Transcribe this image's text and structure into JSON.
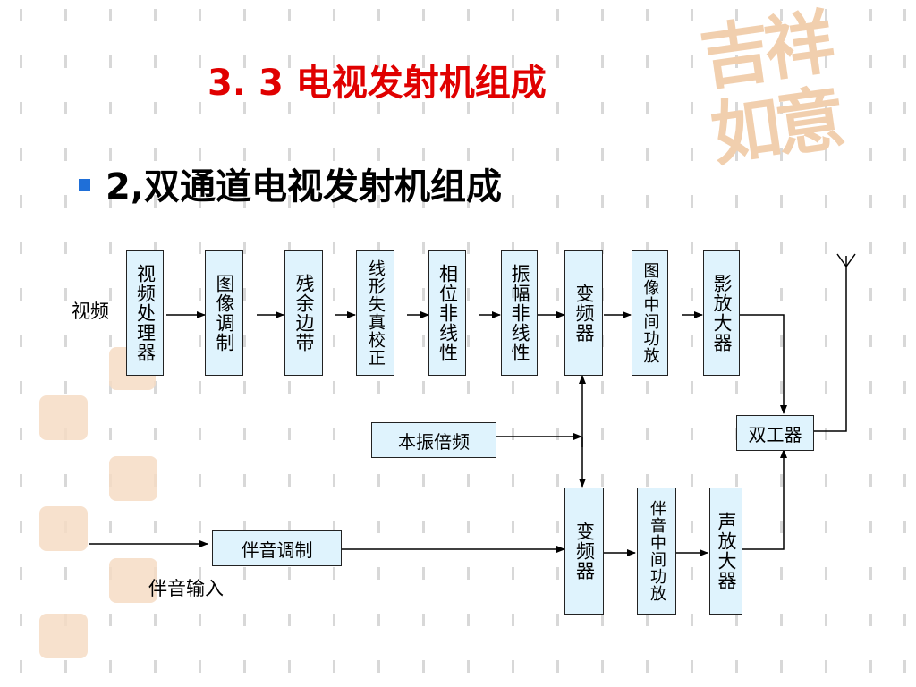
{
  "slide": {
    "title": "3. 3 电视发射机组成",
    "subtitle": "2,双通道电视发射机组成"
  },
  "diagram": {
    "top_chain": [
      "视频处理器",
      "图像调制",
      "残余边带",
      "线形失真校正",
      "相位非线性",
      "振幅非线性",
      "变频器",
      "图像中间功放",
      "影放大器"
    ],
    "oscillator": "本振倍频",
    "duplexer": "双工器",
    "sound_modulator": "伴音调制",
    "sound_mixer": "变频器",
    "sound_if_amp": "伴音中间功放",
    "sound_amp": "声放大器",
    "video_input_label": "视频",
    "audio_input_label": "伴音输入"
  },
  "colors": {
    "title": "#e00000",
    "bullet": "#1f6fd8",
    "box_fill": "#dff3fd",
    "watermark": "#f1cfae"
  }
}
